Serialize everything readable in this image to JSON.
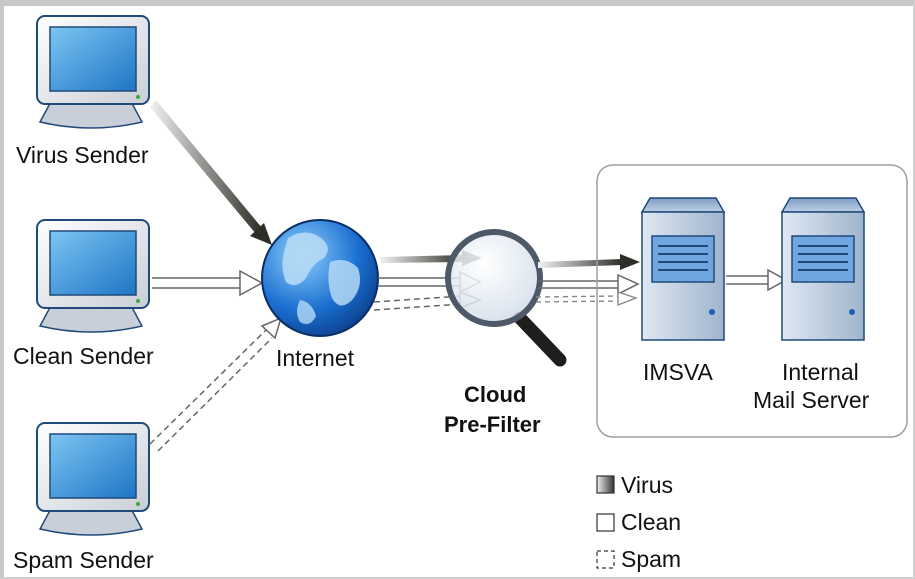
{
  "senders": {
    "virus": "Virus Sender",
    "clean": "Clean Sender",
    "spam": "Spam Sender"
  },
  "internet": "Internet",
  "filter": {
    "line1": "Cloud",
    "line2": "Pre-Filter"
  },
  "servers": {
    "imsva": "IMSVA",
    "mail_line1": "Internal",
    "mail_line2": "Mail Server"
  },
  "legend": {
    "virus": "Virus",
    "clean": "Clean",
    "spam": "Spam"
  },
  "colors": {
    "virus": "#4a4a40",
    "screen": "#2f8fdc",
    "frame": "#c8c8c8"
  }
}
